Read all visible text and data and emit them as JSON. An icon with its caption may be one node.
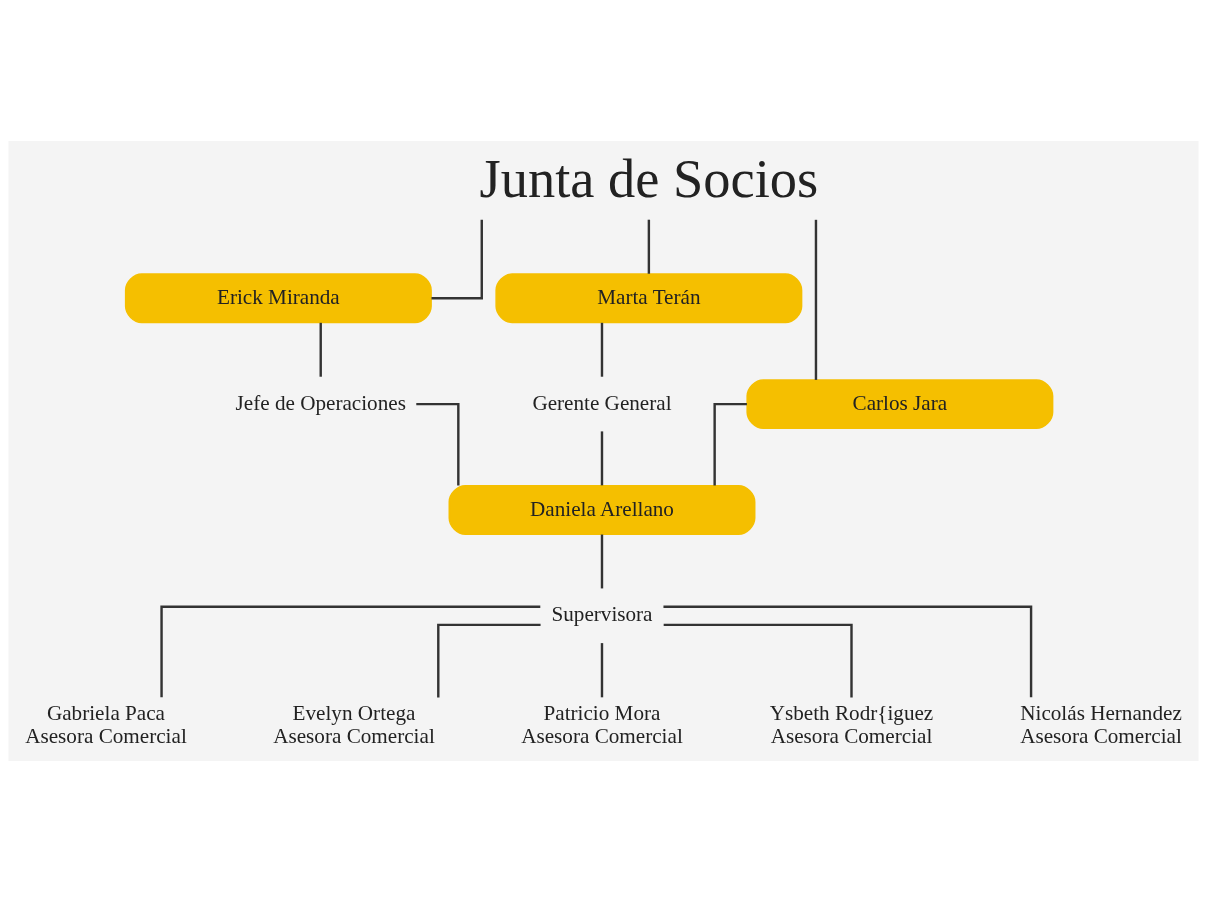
{
  "diagram": {
    "nodes": [
      {
        "text": [
          "Junta de Socios"
        ]
      },
      {
        "text": [
          "Erick Miranda"
        ]
      },
      {
        "text": [
          "Marta Terán"
        ]
      },
      {
        "text": [
          "Carlos Jara"
        ]
      },
      {
        "text": [
          "Jefe de Operaciones"
        ]
      },
      {
        "text": [
          "Gerente General"
        ]
      },
      {
        "text": [
          "Daniela Arellano"
        ]
      },
      {
        "text": [
          "Supervisora"
        ]
      },
      {
        "text": [
          "Gabriela Paca",
          "Asesora Comercial"
        ]
      },
      {
        "text": [
          "Evelyn Ortega",
          "Asesora Comercial"
        ]
      },
      {
        "text": [
          "Patricio Mora",
          "Asesora Comercial"
        ]
      },
      {
        "text": [
          "Ysbeth Rodr{iguez",
          "Asesora Comercial"
        ]
      },
      {
        "text": [
          "Nicolás Hernandez",
          "Asesora Comercial"
        ]
      }
    ],
    "edges": [
      {
        "from": 0,
        "to": 1,
        "arrow": "none"
      },
      {
        "from": 0,
        "to": 2,
        "arrow": "none"
      },
      {
        "from": 0,
        "to": 3,
        "arrow": "none"
      },
      {
        "from": 1,
        "to": 4,
        "arrow": "none"
      },
      {
        "from": 2,
        "to": 5,
        "arrow": "none"
      },
      {
        "from": 4,
        "to": 6,
        "arrow": "none"
      },
      {
        "from": 5,
        "to": 6,
        "arrow": "none"
      },
      {
        "from": 3,
        "to": 6,
        "arrow": "none"
      },
      {
        "from": 6,
        "to": 7,
        "arrow": "none"
      },
      {
        "from": 7,
        "to": 8,
        "arrow": "none"
      },
      {
        "from": 7,
        "to": 9,
        "arrow": "none"
      },
      {
        "from": 7,
        "to": 10,
        "arrow": "none"
      },
      {
        "from": 7,
        "to": 11,
        "arrow": "none"
      },
      {
        "from": 7,
        "to": 12,
        "arrow": "none"
      }
    ]
  }
}
